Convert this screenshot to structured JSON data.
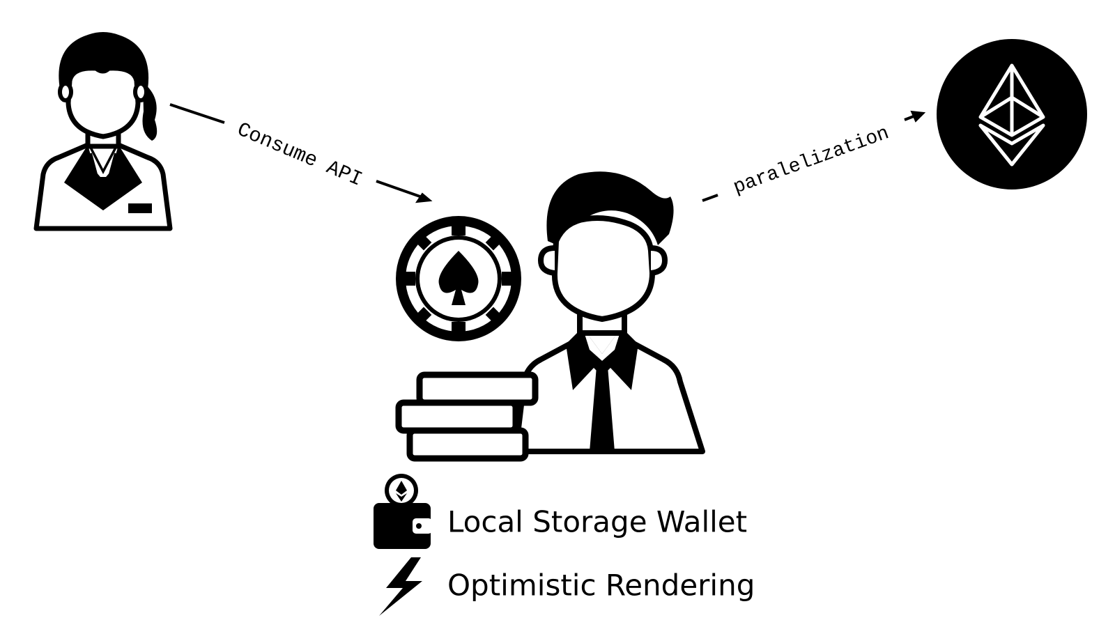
{
  "edges": {
    "consume_api": {
      "label": "Consume API"
    },
    "paralelization": {
      "label": "paralelization"
    }
  },
  "features": [
    {
      "icon": "ethereum-wallet-icon",
      "label": "Local Storage Wallet"
    },
    {
      "icon": "lightning-bolt-icon",
      "label": "Optimistic Rendering"
    }
  ],
  "nodes": {
    "client": {
      "icon": "businesswoman-icon"
    },
    "operator": {
      "icon": "businessman-icon"
    },
    "casino_chip": {
      "icon": "spade-poker-chip-icon"
    },
    "coin_stack": {
      "icon": "coin-stack-icon"
    },
    "blockchain": {
      "icon": "ethereum-logo-icon"
    }
  },
  "colors": {
    "ink": "#000000",
    "background": "#ffffff"
  }
}
